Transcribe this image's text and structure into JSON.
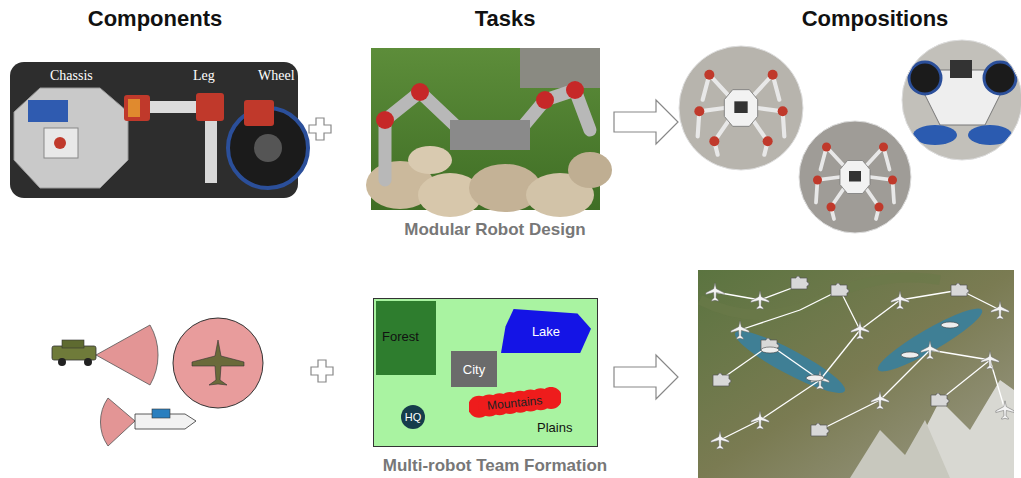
{
  "diagram": {
    "nodes": [
      {
        "text": [
          "Chassis",
          "Leg",
          "Wheel"
        ]
      },
      {
        "text": [
          "Plains"
        ]
      },
      {
        "text": [
          "Forest"
        ],
        "in": 1
      },
      {
        "text": [
          "Lake"
        ],
        "in": 1
      },
      {
        "text": [
          "City"
        ],
        "in": 1
      },
      {
        "text": [
          "Mountains"
        ],
        "in": 1
      },
      {
        "text": [
          "HQ"
        ],
        "in": 1
      }
    ],
    "labels": [
      "Components",
      "Tasks",
      "Compositions",
      "Modular Robot Design",
      "Multi-robot Team Formation"
    ]
  }
}
